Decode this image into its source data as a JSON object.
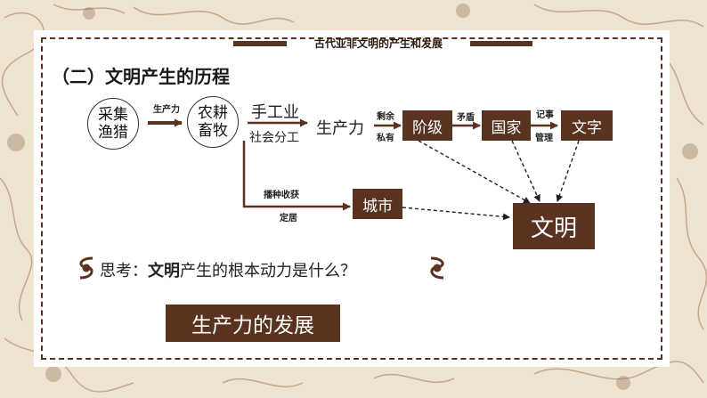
{
  "header": {
    "title": "古代亚非文明的产生和发展"
  },
  "section": {
    "title": "（二）文明产生的历程"
  },
  "nodes": {
    "hunting": [
      "采集",
      "渔猎"
    ],
    "farming": [
      "农耕",
      "畜牧"
    ],
    "handicraft": "手工业",
    "division": "社会分工",
    "productivity": "生产力",
    "class": "阶级",
    "state": "国家",
    "writing": "文字",
    "city": "城市",
    "civilization": "文明"
  },
  "edge_labels": {
    "productivity_small": "生产力",
    "surplus": [
      "剩余",
      "私有"
    ],
    "conflict": "矛盾",
    "record": [
      "记事",
      "管理"
    ],
    "settle": [
      "播种收获",
      "定居"
    ]
  },
  "question": {
    "prefix": "思考：",
    "bold": "文明",
    "rest": "产生的根本动力是什么？"
  },
  "answer": "生产力的发展",
  "colors": {
    "accent": "#5a3220",
    "background": "#efe4d2"
  }
}
